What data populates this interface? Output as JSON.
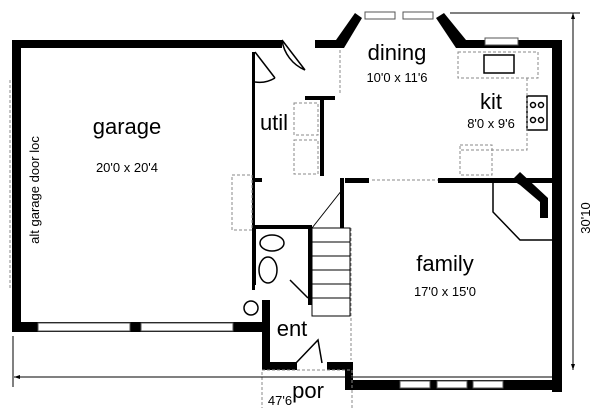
{
  "rooms": {
    "garage": {
      "name": "garage",
      "size": "20'0 x 20'4"
    },
    "dining": {
      "name": "dining",
      "size": "10'0 x 11'6"
    },
    "kit": {
      "name": "kit",
      "size": "8'0 x 9'6"
    },
    "family": {
      "name": "family",
      "size": "17'0 x 15'0"
    },
    "util": {
      "name": "util"
    },
    "ent": {
      "name": "ent"
    },
    "por": {
      "name": "por"
    }
  },
  "notes": {
    "alt_garage_door": "alt garage door loc"
  },
  "dimensions": {
    "width": "47'6",
    "depth": "30'10"
  }
}
